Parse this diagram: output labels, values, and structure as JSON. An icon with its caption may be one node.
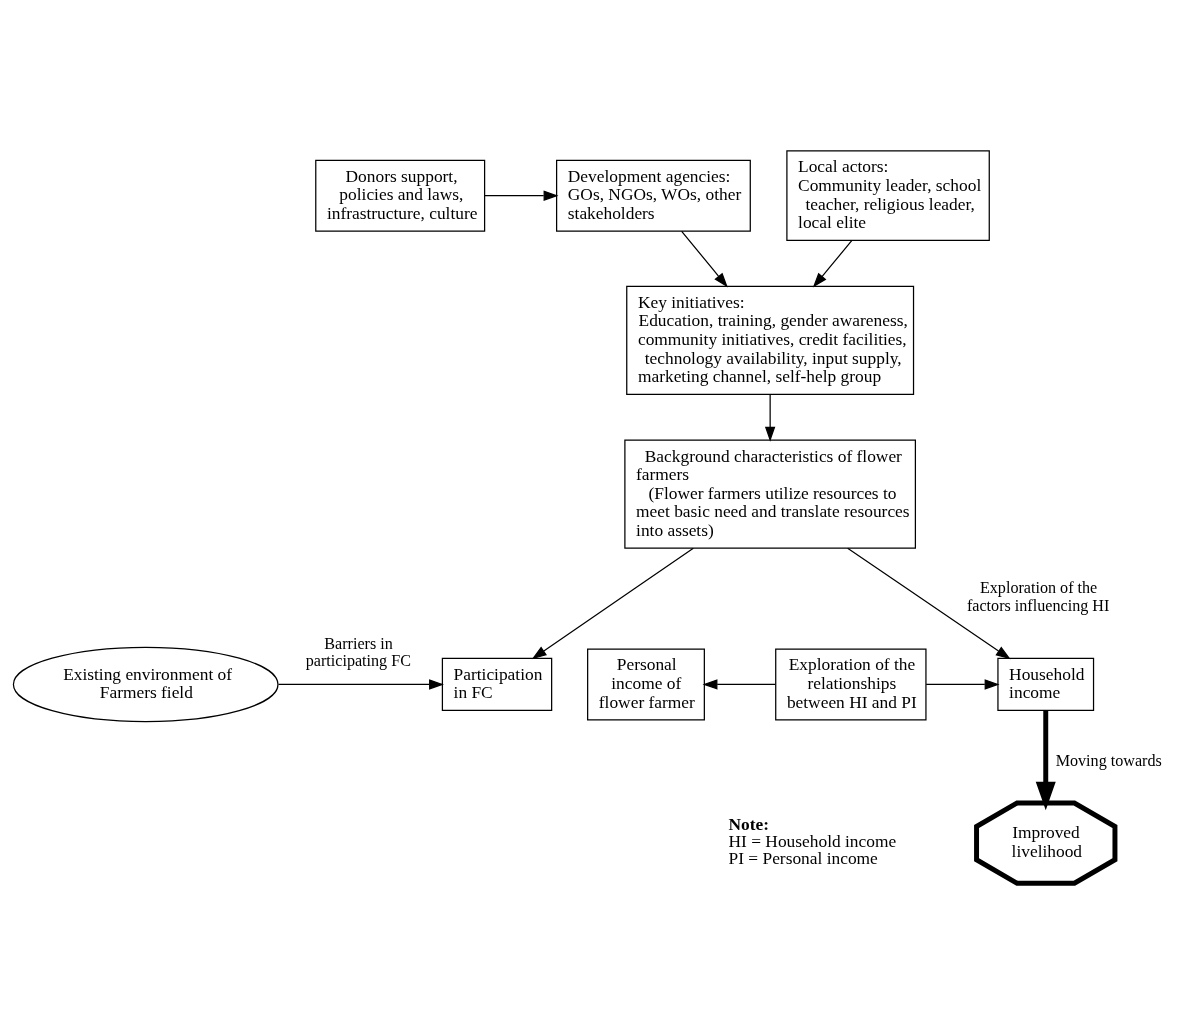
{
  "diagram": {
    "nodes": [
      {
        "text": [
          "Donors support, policies and laws, infrastructure, culture"
        ]
      },
      {
        "text": [
          "Development agencies:",
          "GOs, NGOs, WOs, other stakeholders"
        ]
      },
      {
        "text": [
          "Local actors:",
          "Community leader, school teacher, religious leader, local elite"
        ]
      },
      {
        "text": [
          "Key initiatives:",
          "Education, training, gender awareness, community initiatives, credit facilities, technology availability, input supply, marketing channel, self-help group"
        ]
      },
      {
        "text": [
          "Background characteristics of flower farmers",
          "(Flower farmers utilize resources to meet basic need and translate resources into assets)"
        ]
      },
      {
        "text": [
          "Existing environment of Farmers field"
        ]
      },
      {
        "text": [
          "Participation in FC"
        ]
      },
      {
        "text": [
          "Personal income of flower farmer"
        ]
      },
      {
        "text": [
          "Exploration of the relationships between HI and PI"
        ]
      },
      {
        "text": [
          "Household income"
        ]
      },
      {
        "text": [
          "Improved livelihood"
        ]
      }
    ],
    "edges": [
      {
        "from": 0,
        "to": 1,
        "arrow": "to"
      },
      {
        "from": 1,
        "to": 3,
        "arrow": "to"
      },
      {
        "from": 2,
        "to": 3,
        "arrow": "to"
      },
      {
        "from": 3,
        "to": 4,
        "arrow": "to"
      },
      {
        "from": 4,
        "to": 6,
        "arrow": "to"
      },
      {
        "from": 5,
        "to": 6,
        "arrow": "to",
        "label": "Barriers in participating FC"
      },
      {
        "from": 8,
        "to": 7,
        "arrow": "to"
      },
      {
        "from": 8,
        "to": 9,
        "arrow": "to"
      },
      {
        "from": 4,
        "to": 9,
        "arrow": "to",
        "label": "Exploration of the factors influencing HI"
      },
      {
        "from": 9,
        "to": 10,
        "arrow": "to",
        "label": "Moving towards",
        "style": "thick"
      }
    ],
    "labels": [
      "Note:",
      "HI = Household income",
      "PI = Personal income"
    ]
  }
}
